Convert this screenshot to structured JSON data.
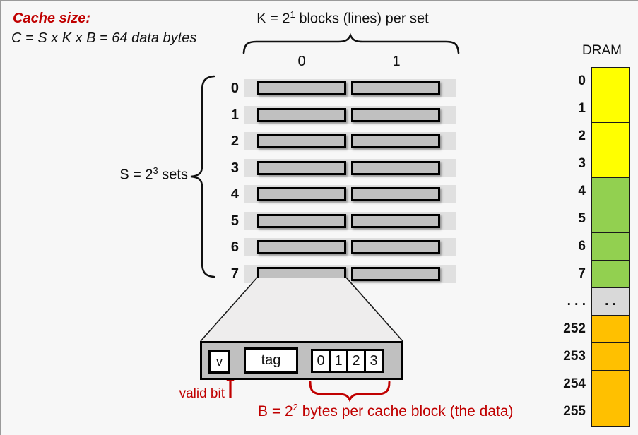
{
  "colors": {
    "accent_red": "#c00000",
    "dram_yellow": "#ffff00",
    "dram_green": "#92d050",
    "dram_gray": "#d9d9d9",
    "dram_orange": "#ffc000",
    "block_fill": "#c0c0c0",
    "row_strip_fill": "#e0e0e0"
  },
  "header": {
    "title": "Cache size:",
    "formula": "C = S x K x B = 64 data bytes"
  },
  "cache": {
    "blocks_per_set": {
      "prefix": "K = 2",
      "sup": "1",
      "suffix": " blocks (lines) per set"
    },
    "column_headers": [
      "0",
      "1"
    ],
    "sets_label": {
      "prefix": "S = 2",
      "sup": "3",
      "suffix": " sets"
    },
    "set_labels": [
      "0",
      "1",
      "2",
      "3",
      "4",
      "5",
      "6",
      "7"
    ]
  },
  "block_detail": {
    "valid_label": "v",
    "tag_label": "tag",
    "byte_labels": [
      "0",
      "1",
      "2",
      "3"
    ],
    "valid_bit_caption": "valid bit",
    "bytes_caption": {
      "prefix": "B = 2",
      "sup": "2",
      "suffix": " bytes per cache block (the data)"
    }
  },
  "dram": {
    "title": "DRAM",
    "rows": [
      {
        "label": "0",
        "color": "#ffff00"
      },
      {
        "label": "1",
        "color": "#ffff00"
      },
      {
        "label": "2",
        "color": "#ffff00"
      },
      {
        "label": "3",
        "color": "#ffff00"
      },
      {
        "label": "4",
        "color": "#92d050"
      },
      {
        "label": "5",
        "color": "#92d050"
      },
      {
        "label": "6",
        "color": "#92d050"
      },
      {
        "label": "7",
        "color": "#92d050"
      },
      {
        "label": ". . .",
        "color": "#d9d9d9",
        "cell_text": ". ."
      },
      {
        "label": "252",
        "color": "#ffc000"
      },
      {
        "label": "253",
        "color": "#ffc000"
      },
      {
        "label": "254",
        "color": "#ffc000"
      },
      {
        "label": "255",
        "color": "#ffc000"
      }
    ]
  }
}
